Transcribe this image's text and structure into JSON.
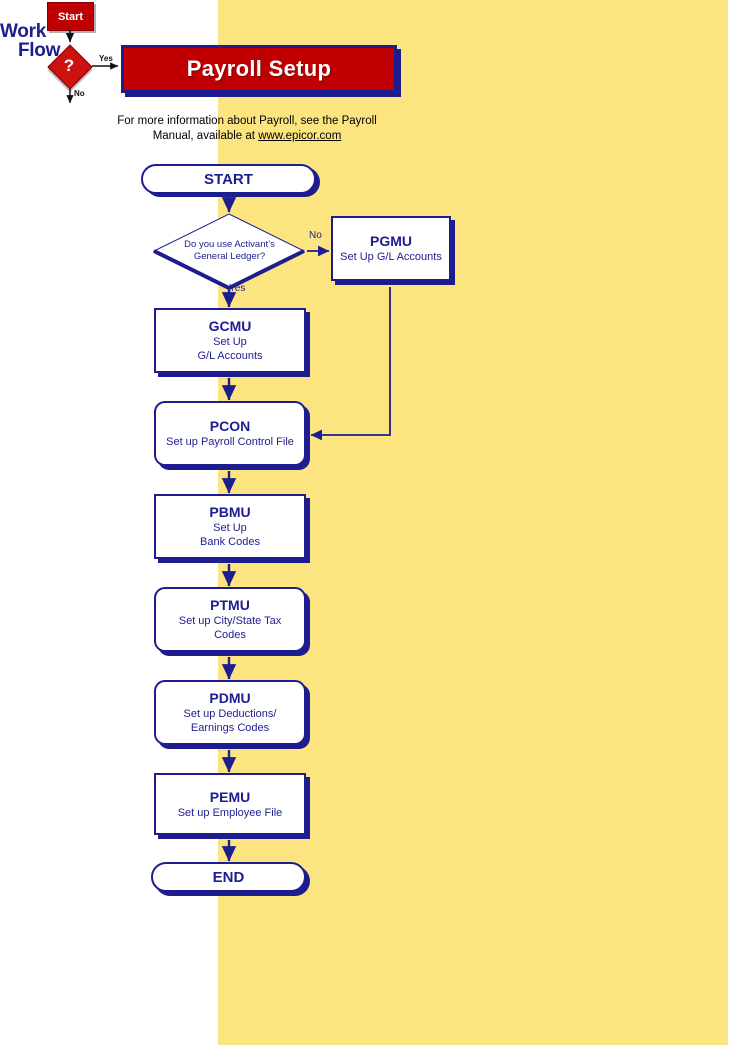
{
  "logo": {
    "title_line1": "Work",
    "title_line2": "Flow",
    "start_label": "Start",
    "question_mark": "?",
    "yes_label": "Yes",
    "no_label": "No"
  },
  "banner": {
    "title": "Payroll Setup",
    "background_color": "#c00000",
    "border_color": "#1d1d8f",
    "text_color": "#ffffff"
  },
  "note": {
    "line1": "For more information about Payroll, see the Payroll",
    "line2_prefix": "Manual, available at ",
    "link_text": "www.epicor.com"
  },
  "theme": {
    "page_background": "#ffffff",
    "panel_background": "#fce580",
    "navy": "#1d1d8f",
    "red": "#c00000",
    "node_fill": "#ffffff"
  },
  "flow": {
    "start": {
      "label": "START",
      "shape": "terminator"
    },
    "decision": {
      "line1": "Do you use Activant’s",
      "line2": "General Ledger?",
      "shape": "diamond",
      "yes_label": "Yes",
      "no_label": "No"
    },
    "nodes": [
      {
        "id": "pgmu",
        "code": "PGMU",
        "desc": [
          "Set Up G/L Accounts"
        ],
        "shape": "square"
      },
      {
        "id": "gcmu",
        "code": "GCMU",
        "desc": [
          "Set Up",
          "G/L Accounts"
        ],
        "shape": "square"
      },
      {
        "id": "pcon",
        "code": "PCON",
        "desc": [
          "Set up Payroll Control File"
        ],
        "shape": "rounded"
      },
      {
        "id": "pbmu",
        "code": "PBMU",
        "desc": [
          "Set Up",
          "Bank Codes"
        ],
        "shape": "square"
      },
      {
        "id": "ptmu",
        "code": "PTMU",
        "desc": [
          "Set up City/State Tax",
          "Codes"
        ],
        "shape": "rounded"
      },
      {
        "id": "pdmu",
        "code": "PDMU",
        "desc": [
          "Set up Deductions/",
          "Earnings Codes"
        ],
        "shape": "rounded"
      },
      {
        "id": "pemu",
        "code": "PEMU",
        "desc": [
          "Set up Employee File"
        ],
        "shape": "square"
      }
    ],
    "end": {
      "label": "END",
      "shape": "terminator"
    }
  }
}
